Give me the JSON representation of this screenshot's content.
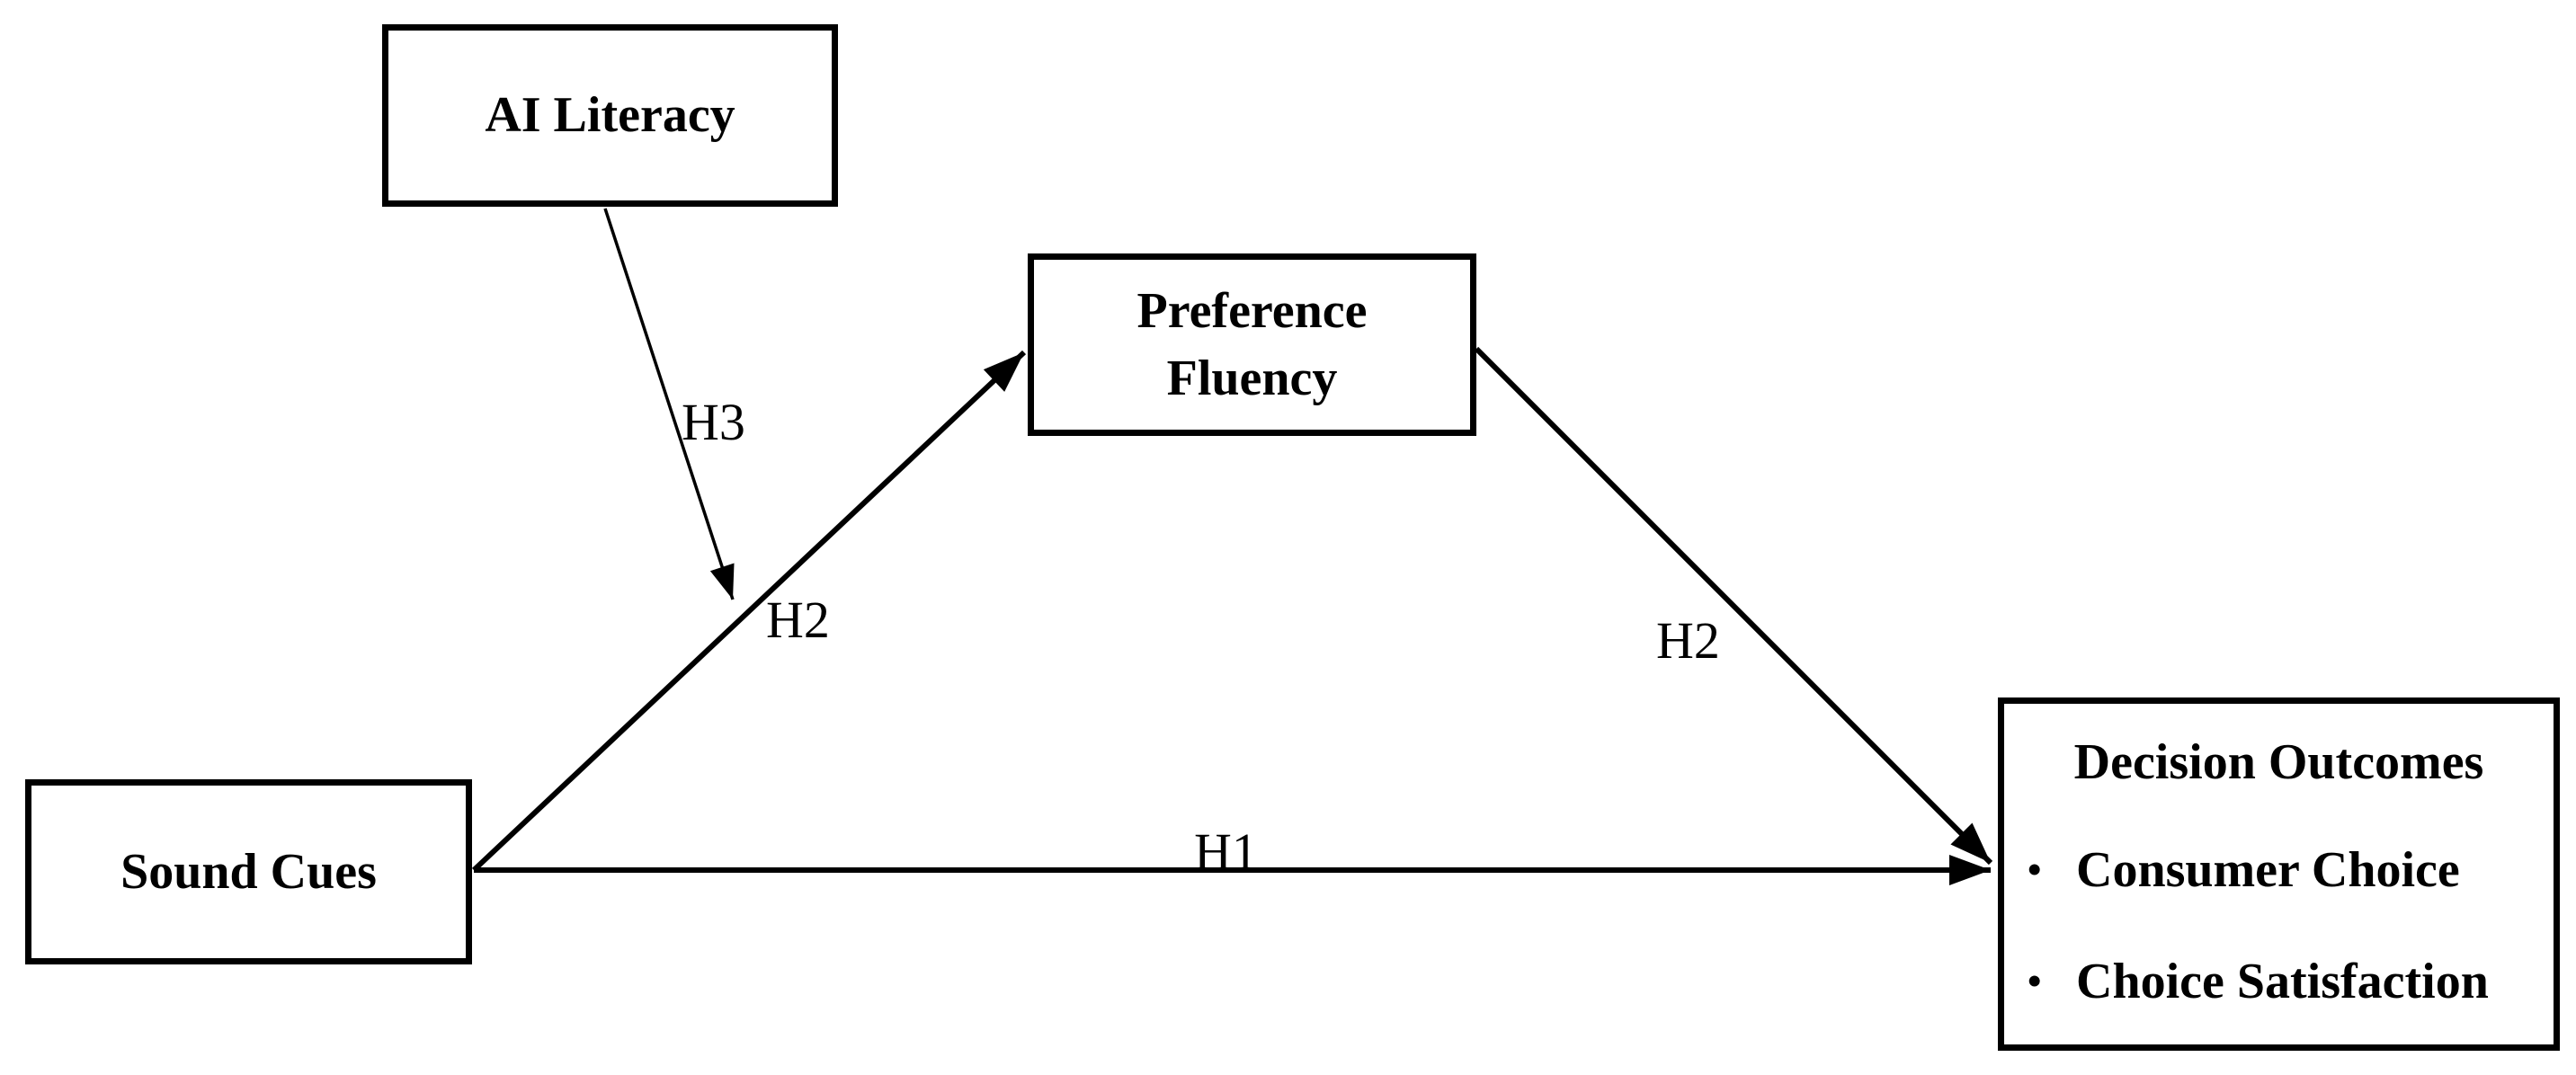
{
  "diagram": {
    "colors": {
      "background": "#ffffff",
      "line": "#000000",
      "text": "#000000"
    },
    "nodes": {
      "ai_literacy": {
        "label": "AI Literacy"
      },
      "preference_fluency": {
        "label": "Preference\nFluency"
      },
      "sound_cues": {
        "label": "Sound Cues"
      },
      "decision_outcomes": {
        "title": "Decision Outcomes",
        "bullet_char": "•",
        "items": [
          "Consumer Choice",
          "Choice Satisfaction"
        ]
      }
    },
    "edges": {
      "h1": {
        "label": "H1",
        "from": "Sound Cues",
        "to": "Decision Outcomes"
      },
      "h2_first": {
        "label": "H2",
        "from": "Sound Cues",
        "to": "Preference Fluency"
      },
      "h2_second": {
        "label": "H2",
        "from": "Preference Fluency",
        "to": "Decision Outcomes"
      },
      "h3": {
        "label": "H3",
        "from": "AI Literacy",
        "to": "Sound Cues to Preference Fluency path"
      }
    }
  }
}
